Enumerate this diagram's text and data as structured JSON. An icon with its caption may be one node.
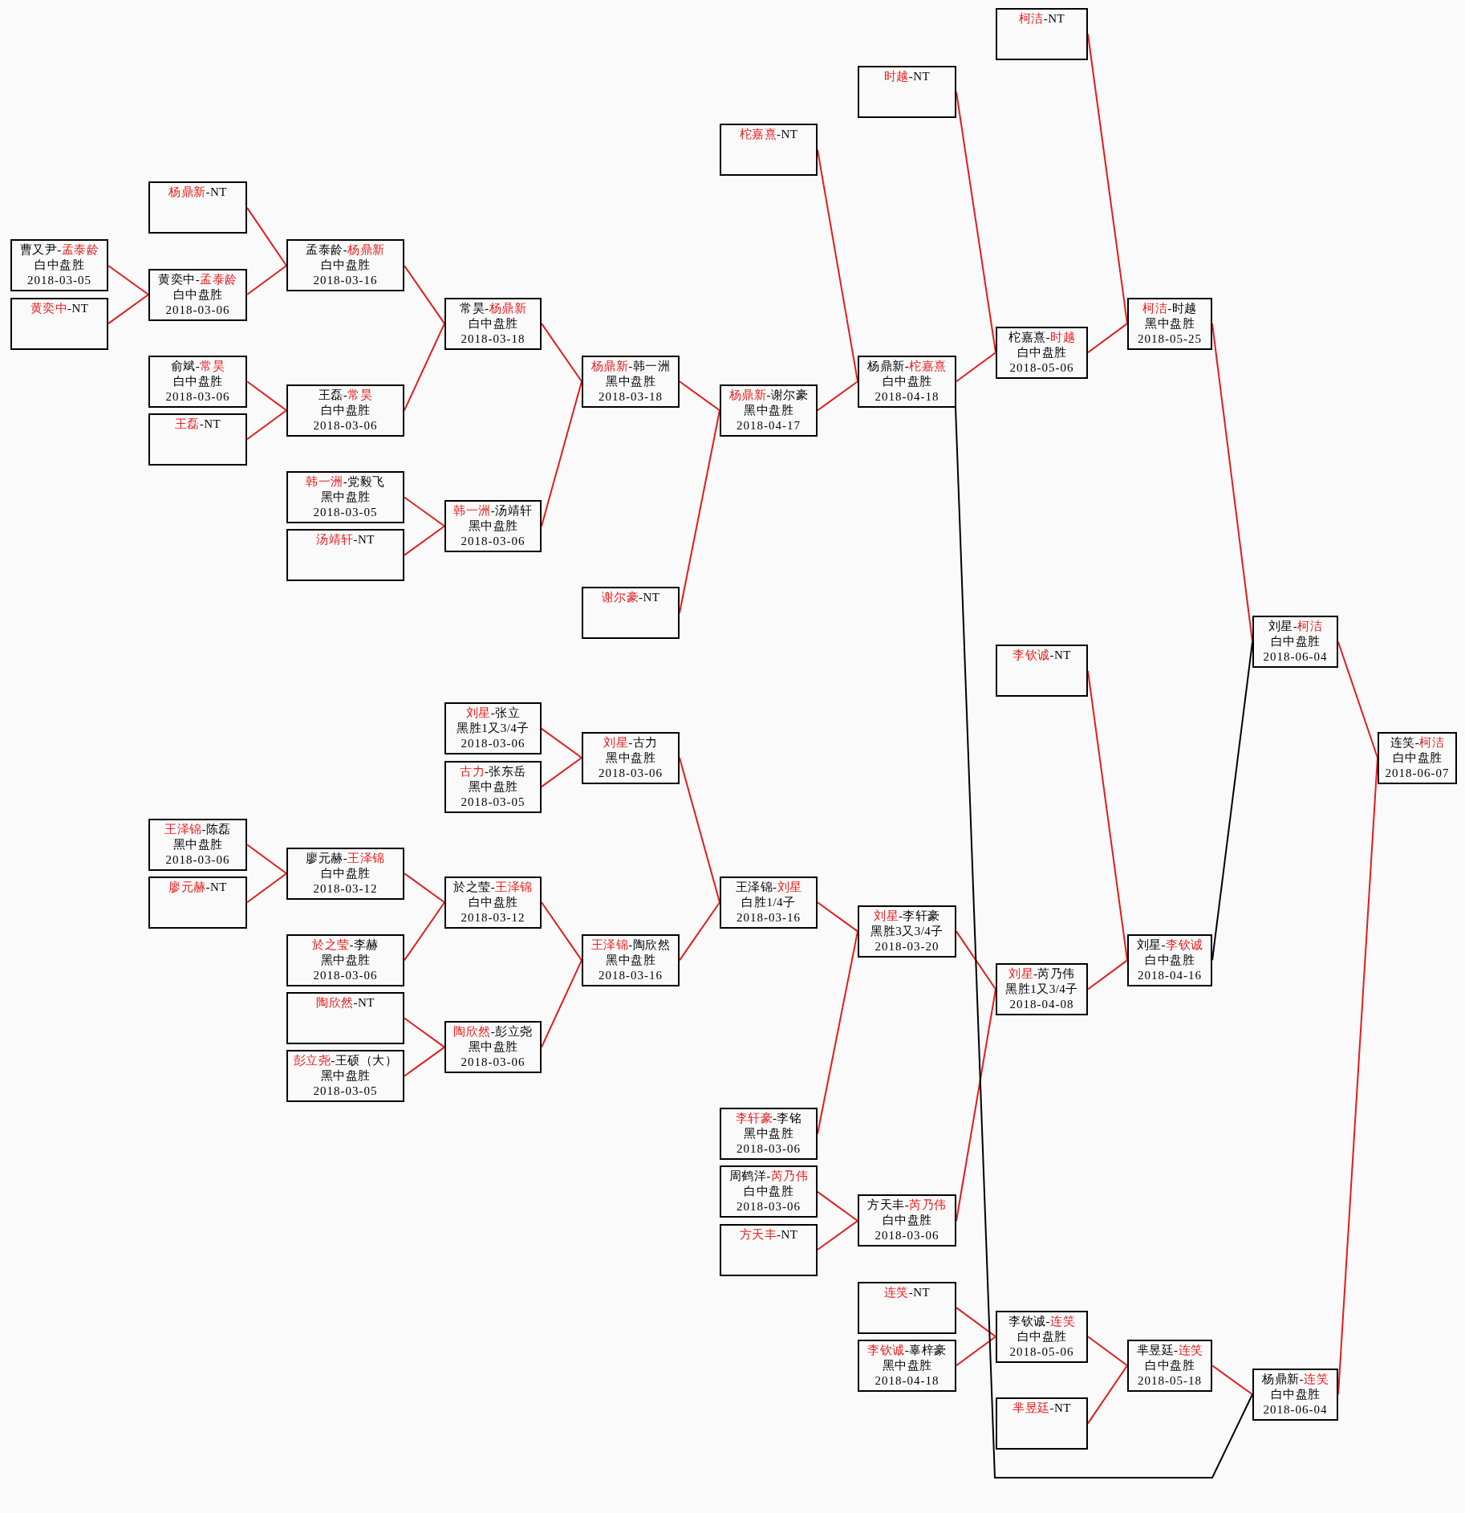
{
  "diagram": {
    "nodes": [
      {
        "text": [
          "柯洁-NT"
        ]
      },
      {
        "text": [
          "时越-NT"
        ]
      },
      {
        "text": [
          "柁嘉熹-NT"
        ]
      },
      {
        "text": [
          "杨鼎新-NT"
        ]
      },
      {
        "text": [
          "曹又尹-孟泰龄",
          "白中盘胜",
          "2018-03-05"
        ]
      },
      {
        "text": [
          "孟泰龄-杨鼎新",
          "白中盘胜",
          "2018-03-16"
        ]
      },
      {
        "text": [
          "黄奕中-孟泰龄",
          "白中盘胜",
          "2018-03-06"
        ]
      },
      {
        "text": [
          "黄奕中-NT"
        ]
      },
      {
        "text": [
          "常昊-杨鼎新",
          "白中盘胜",
          "2018-03-18"
        ]
      },
      {
        "text": [
          "柯洁-时越",
          "黑中盘胜",
          "2018-05-25"
        ]
      },
      {
        "text": [
          "柁嘉熹-时越",
          "白中盘胜",
          "2018-05-06"
        ]
      },
      {
        "text": [
          "俞斌-常昊",
          "白中盘胜",
          "2018-03-06"
        ]
      },
      {
        "text": [
          "杨鼎新-韩一洲",
          "黑中盘胜",
          "2018-03-18"
        ]
      },
      {
        "text": [
          "杨鼎新-柁嘉熹",
          "白中盘胜",
          "2018-04-18"
        ]
      },
      {
        "text": [
          "王磊-常昊",
          "白中盘胜",
          "2018-03-06"
        ]
      },
      {
        "text": [
          "杨鼎新-谢尔豪",
          "黑中盘胜",
          "2018-04-17"
        ]
      },
      {
        "text": [
          "王磊-NT"
        ]
      },
      {
        "text": [
          "韩一洲-党毅飞",
          "黑中盘胜",
          "2018-03-05"
        ]
      },
      {
        "text": [
          "韩一洲-汤靖轩",
          "黑中盘胜",
          "2018-03-06"
        ]
      },
      {
        "text": [
          "汤靖轩-NT"
        ]
      },
      {
        "text": [
          "谢尔豪-NT"
        ]
      },
      {
        "text": [
          "刘星-柯洁",
          "白中盘胜",
          "2018-06-04"
        ]
      },
      {
        "text": [
          "李钦诚-NT"
        ]
      },
      {
        "text": [
          "刘星-张立",
          "黑胜1又3/4子",
          "2018-03-06"
        ]
      },
      {
        "text": [
          "刘星-古力",
          "黑中盘胜",
          "2018-03-06"
        ]
      },
      {
        "text": [
          "连笑-柯洁",
          "白中盘胜",
          "2018-06-07"
        ]
      },
      {
        "text": [
          "古力-张东岳",
          "黑中盘胜",
          "2018-03-05"
        ]
      },
      {
        "text": [
          "王泽锦-陈磊",
          "黑中盘胜",
          "2018-03-06"
        ]
      },
      {
        "text": [
          "廖元赫-王泽锦",
          "白中盘胜",
          "2018-03-12"
        ]
      },
      {
        "text": [
          "廖元赫-NT"
        ]
      },
      {
        "text": [
          "於之莹-王泽锦",
          "白中盘胜",
          "2018-03-12"
        ]
      },
      {
        "text": [
          "王泽锦-刘星",
          "白胜1/4子",
          "2018-03-16"
        ]
      },
      {
        "text": [
          "刘星-李轩豪",
          "黑胜3又3/4子",
          "2018-03-20"
        ]
      },
      {
        "text": [
          "於之莹-李赫",
          "黑中盘胜",
          "2018-03-06"
        ]
      },
      {
        "text": [
          "王泽锦-陶欣然",
          "黑中盘胜",
          "2018-03-16"
        ]
      },
      {
        "text": [
          "刘星-李钦诚",
          "白中盘胜",
          "2018-04-16"
        ]
      },
      {
        "text": [
          "刘星-芮乃伟",
          "黑胜1又3/4子",
          "2018-04-08"
        ]
      },
      {
        "text": [
          "陶欣然-NT"
        ]
      },
      {
        "text": [
          "陶欣然-彭立尧",
          "黑中盘胜",
          "2018-03-06"
        ]
      },
      {
        "text": [
          "彭立尧-王硕（大）",
          "黑中盘胜",
          "2018-03-05"
        ]
      },
      {
        "text": [
          "李轩豪-李铭",
          "黑中盘胜",
          "2018-03-06"
        ]
      },
      {
        "text": [
          "周鹤洋-芮乃伟",
          "白中盘胜",
          "2018-03-06"
        ]
      },
      {
        "text": [
          "方天丰-芮乃伟",
          "白中盘胜",
          "2018-03-06"
        ]
      },
      {
        "text": [
          "方天丰-NT"
        ]
      },
      {
        "text": [
          "连笑-NT"
        ]
      },
      {
        "text": [
          "李钦诚-连笑",
          "白中盘胜",
          "2018-05-06"
        ]
      },
      {
        "text": [
          "李钦诚-辜梓豪",
          "黑中盘胜",
          "2018-04-18"
        ]
      },
      {
        "text": [
          "芈昱廷-连笑",
          "白中盘胜",
          "2018-05-18"
        ]
      },
      {
        "text": [
          "杨鼎新-连笑",
          "白中盘胜",
          "2018-06-04"
        ]
      },
      {
        "text": [
          "芈昱廷-NT"
        ]
      }
    ],
    "edges": [
      {
        "from": 4,
        "to": 6,
        "arrow": "none"
      },
      {
        "from": 7,
        "to": 6,
        "arrow": "none"
      },
      {
        "from": 3,
        "to": 5,
        "arrow": "none"
      },
      {
        "from": 6,
        "to": 5,
        "arrow": "none"
      },
      {
        "from": 11,
        "to": 14,
        "arrow": "none"
      },
      {
        "from": 16,
        "to": 14,
        "arrow": "none"
      },
      {
        "from": 5,
        "to": 8,
        "arrow": "none"
      },
      {
        "from": 14,
        "to": 8,
        "arrow": "none"
      },
      {
        "from": 17,
        "to": 18,
        "arrow": "none"
      },
      {
        "from": 19,
        "to": 18,
        "arrow": "none"
      },
      {
        "from": 8,
        "to": 12,
        "arrow": "none"
      },
      {
        "from": 18,
        "to": 12,
        "arrow": "none"
      },
      {
        "from": 12,
        "to": 15,
        "arrow": "none"
      },
      {
        "from": 20,
        "to": 15,
        "arrow": "none"
      },
      {
        "from": 2,
        "to": 13,
        "arrow": "none"
      },
      {
        "from": 15,
        "to": 13,
        "arrow": "none"
      },
      {
        "from": 1,
        "to": 10,
        "arrow": "none"
      },
      {
        "from": 13,
        "to": 10,
        "arrow": "none"
      },
      {
        "from": 0,
        "to": 9,
        "arrow": "none"
      },
      {
        "from": 10,
        "to": 9,
        "arrow": "none"
      },
      {
        "from": 9,
        "to": 21,
        "arrow": "none"
      },
      {
        "from": 35,
        "to": 21,
        "arrow": "none",
        "color": "#000000"
      },
      {
        "from": 21,
        "to": 25,
        "arrow": "none"
      },
      {
        "from": 48,
        "to": 25,
        "arrow": "none"
      },
      {
        "from": 23,
        "to": 24,
        "arrow": "none"
      },
      {
        "from": 26,
        "to": 24,
        "arrow": "none"
      },
      {
        "from": 27,
        "to": 28,
        "arrow": "none"
      },
      {
        "from": 29,
        "to": 28,
        "arrow": "none"
      },
      {
        "from": 28,
        "to": 30,
        "arrow": "none"
      },
      {
        "from": 33,
        "to": 30,
        "arrow": "none"
      },
      {
        "from": 37,
        "to": 38,
        "arrow": "none"
      },
      {
        "from": 39,
        "to": 38,
        "arrow": "none"
      },
      {
        "from": 30,
        "to": 34,
        "arrow": "none"
      },
      {
        "from": 38,
        "to": 34,
        "arrow": "none"
      },
      {
        "from": 24,
        "to": 31,
        "arrow": "none"
      },
      {
        "from": 34,
        "to": 31,
        "arrow": "none"
      },
      {
        "from": 31,
        "to": 32,
        "arrow": "none"
      },
      {
        "from": 40,
        "to": 32,
        "arrow": "none"
      },
      {
        "from": 41,
        "to": 42,
        "arrow": "none"
      },
      {
        "from": 43,
        "to": 42,
        "arrow": "none"
      },
      {
        "from": 32,
        "to": 36,
        "arrow": "none"
      },
      {
        "from": 42,
        "to": 36,
        "arrow": "none"
      },
      {
        "from": 36,
        "to": 35,
        "arrow": "none"
      },
      {
        "from": 22,
        "to": 35,
        "arrow": "none"
      },
      {
        "from": 44,
        "to": 45,
        "arrow": "none"
      },
      {
        "from": 46,
        "to": 45,
        "arrow": "none"
      },
      {
        "from": 45,
        "to": 47,
        "arrow": "none"
      },
      {
        "from": 49,
        "to": 47,
        "arrow": "none"
      },
      {
        "from": 47,
        "to": 48,
        "arrow": "none"
      },
      {
        "from": 13,
        "to": 48,
        "arrow": "none",
        "color": "#000000"
      }
    ]
  }
}
